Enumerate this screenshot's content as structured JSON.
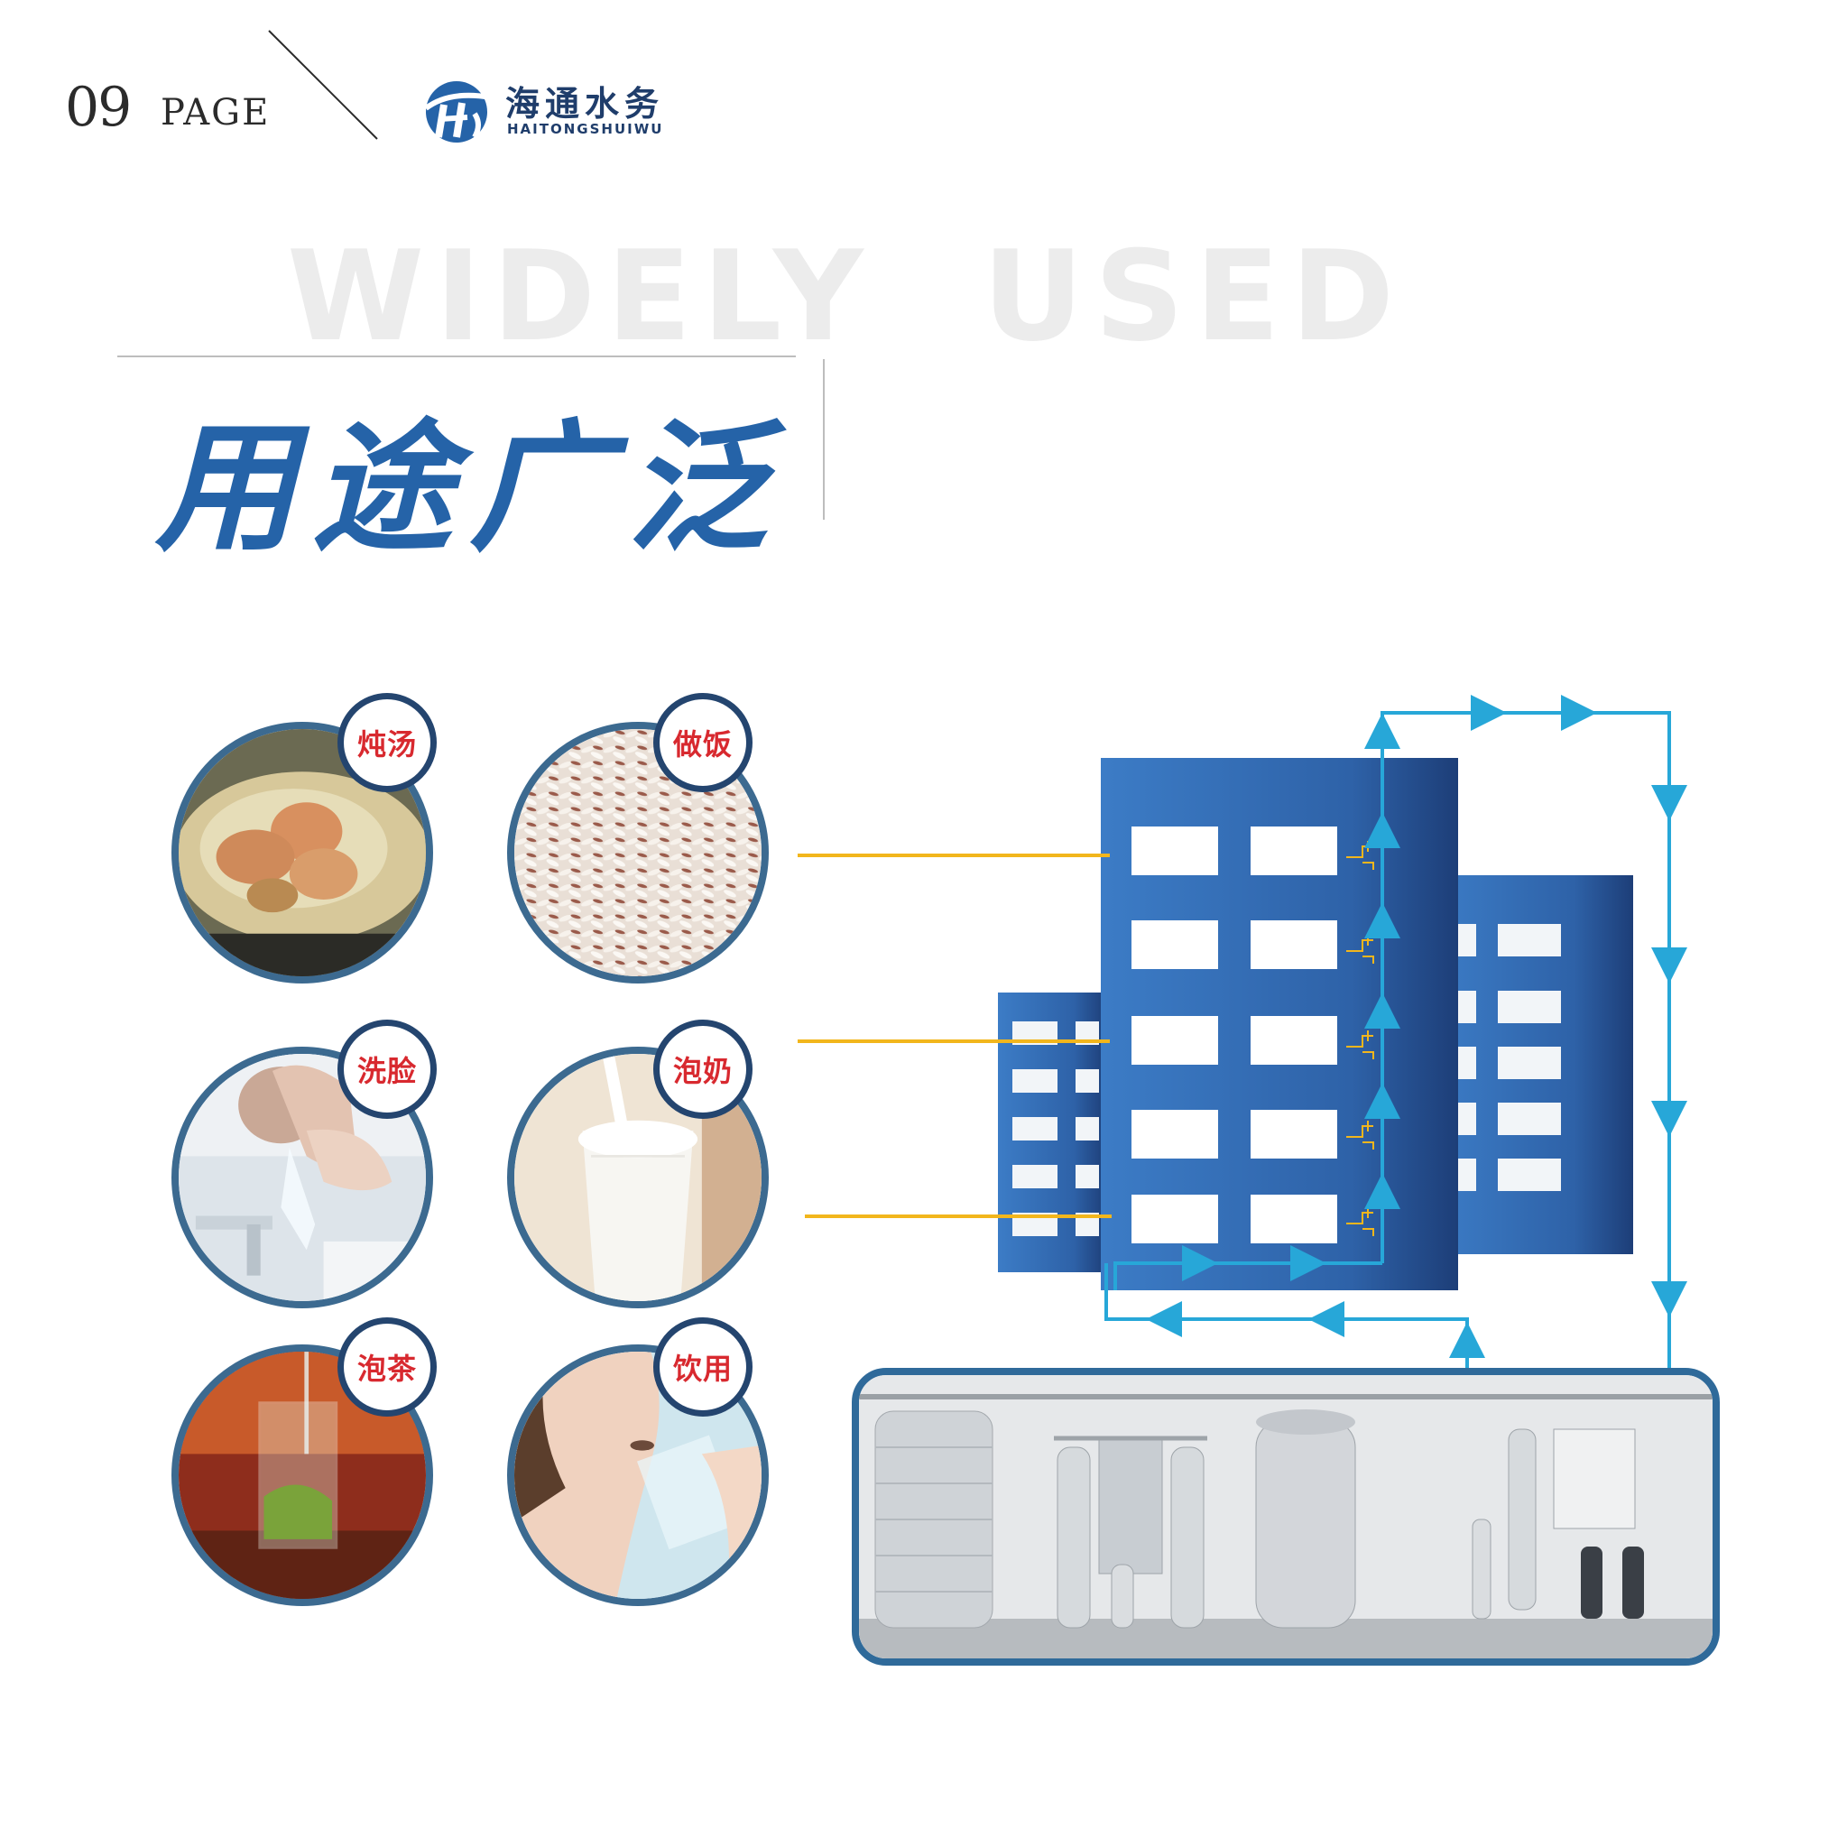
{
  "header": {
    "page_number": "09",
    "page_word": "PAGE",
    "brand_cn": "海通水务",
    "brand_en": "HAITONGSHUIWU"
  },
  "section": {
    "title_en": "WIDELY  USED",
    "title_cn": "用途广泛"
  },
  "uses": [
    {
      "label": "炖汤",
      "icon": "soup-photo"
    },
    {
      "label": "做饭",
      "icon": "rice-photo"
    },
    {
      "label": "洗脸",
      "icon": "face-washing-photo"
    },
    {
      "label": "泡奶",
      "icon": "milk-photo"
    },
    {
      "label": "泡茶",
      "icon": "tea-photo"
    },
    {
      "label": "饮用",
      "icon": "drinking-water-photo"
    }
  ],
  "colors": {
    "brand_blue": "#2563a8",
    "badge_red": "#d8292f",
    "pipe_cyan": "#27a7d8",
    "connector_gold": "#f2b61c",
    "building_blue": "#2f6bb5"
  }
}
